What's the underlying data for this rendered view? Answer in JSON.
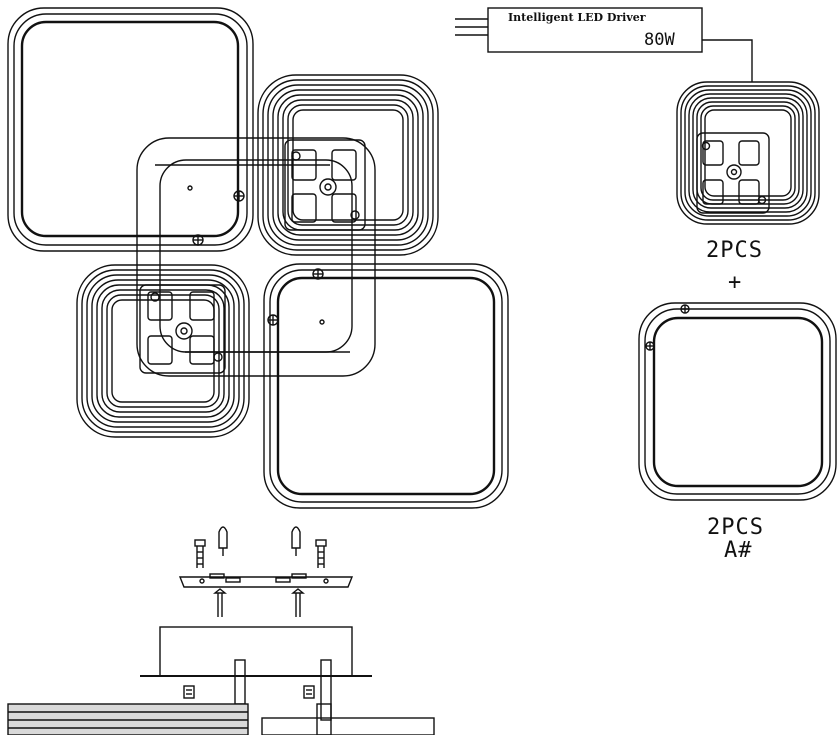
{
  "driver": {
    "title": "Intelligent LED Driver",
    "power": "80W"
  },
  "parts": {
    "spiral_panel_qty": "2PCS",
    "plus_sign": "+",
    "frame_panel_qty": "2PCS",
    "frame_panel_code": "A#"
  },
  "colors": {
    "line": "#111111",
    "background": "#ffffff"
  }
}
